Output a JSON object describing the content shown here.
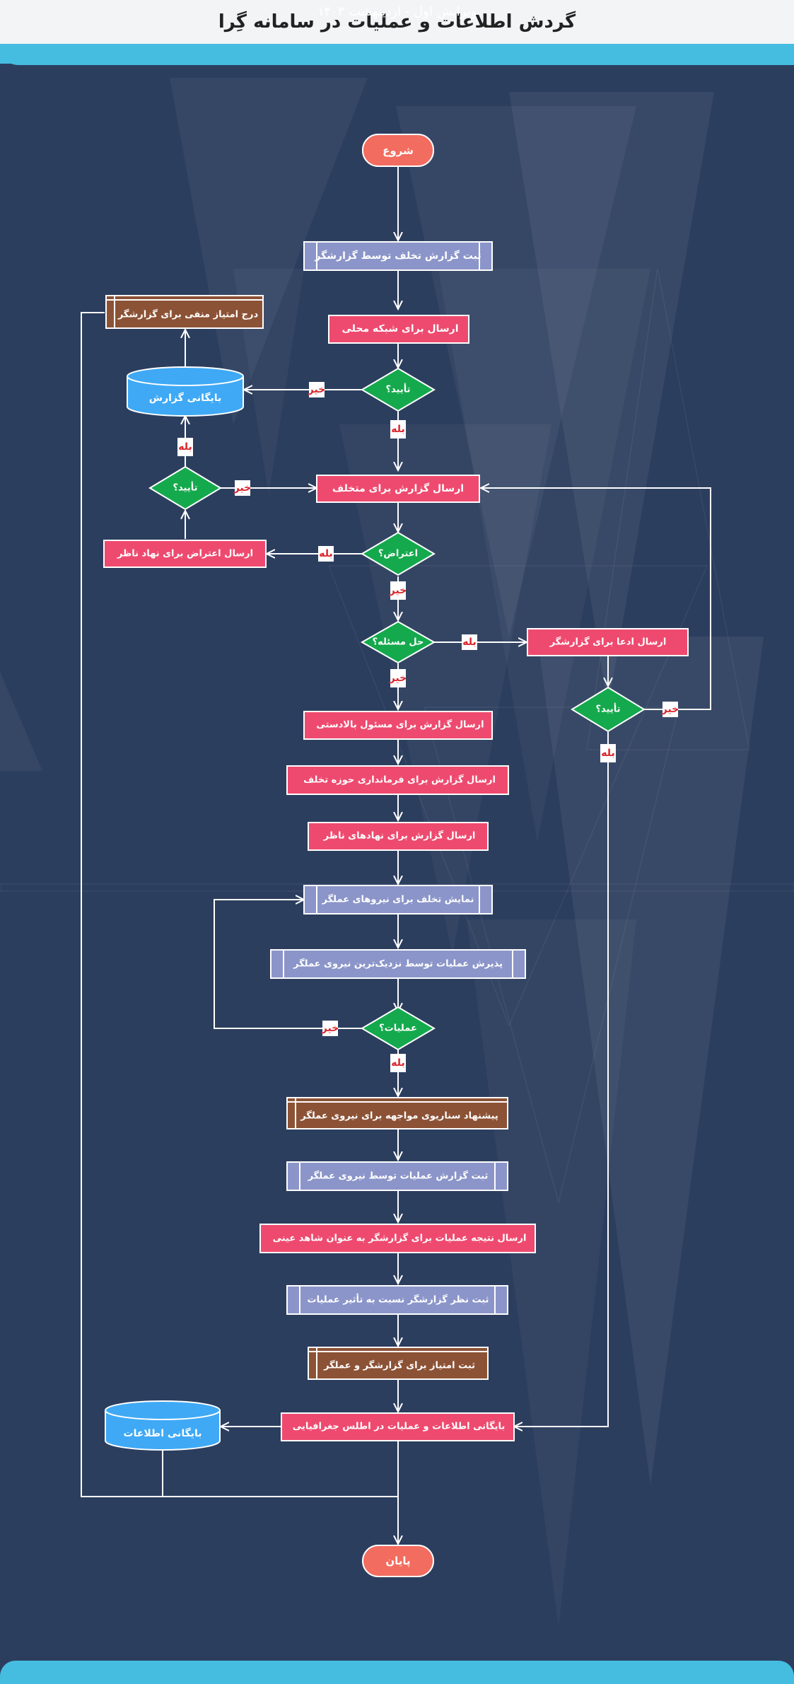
{
  "title": "گردش اطلاعات و عملیات در سامانه گِرا",
  "footer": "ویرایش اول - اردیبهشت ۱۴۰۳",
  "colors": {
    "background": "#2c3e5e",
    "accent": "#45bde0",
    "terminal": "#f26c5f",
    "process": "#8b95c9",
    "send": "#ee4a6f",
    "decision": "#15a94d",
    "database": "#3fa9f5",
    "predefined": "#8c5235",
    "yes_no_label": "#d9262c"
  },
  "nodes": {
    "start": "شروع",
    "register_violation": "ثبت گزارش تخلف توسط گزارشگر",
    "send_local_network": "ارسال برای شبکه محلی",
    "approve_1": "تأیید؟",
    "report_archive": "بایگانی گزارش",
    "negative_score": "درج امتیاز منفی برای گزارشگر",
    "approve_2": "تأیید؟",
    "send_to_violator": "ارسال گزارش برای متخلف",
    "objection_q": "اعتراض؟",
    "send_objection": "ارسال اعتراض برای نهاد ناظر",
    "resolved_q": "حل مسئله؟",
    "send_claim": "ارسال ادعا برای گزارشگر",
    "approve_3": "تأیید؟",
    "send_superior": "ارسال گزارش برای مسئول بالادستی",
    "send_governorate": "ارسال گزارش برای فرمانداری حوزه تخلف",
    "send_supervisors": "ارسال گزارش برای نهادهای ناظر",
    "display_violation": "نمایش تخلف برای نیروهای عملگر",
    "accept_operation": "پذیرش عملیات توسط نزدیک‌ترین نیروی عملگر",
    "operation_q": "عملیات؟",
    "suggest_scenario": "پیشنهاد سناریوی مواجهه برای نیروی عملگر",
    "register_op_report": "ثبت گزارش عملیات توسط نیروی عملگر",
    "send_result": "ارسال نتیجه عملیات برای گزارشگر به عنوان شاهد عینی",
    "register_opinion": "ثبت نظر گزارشگر نسبت به تأثیر عملیات",
    "register_score": "ثبت امتیاز برای گزارشگر و عملگر",
    "archive_geo": "بایگانی اطلاعات و عملیات در اطلس جغرافیایی",
    "info_archive": "بایگانی اطلاعات",
    "end": "پایان"
  },
  "edge_labels": {
    "yes": "بله",
    "no": "خیر"
  }
}
